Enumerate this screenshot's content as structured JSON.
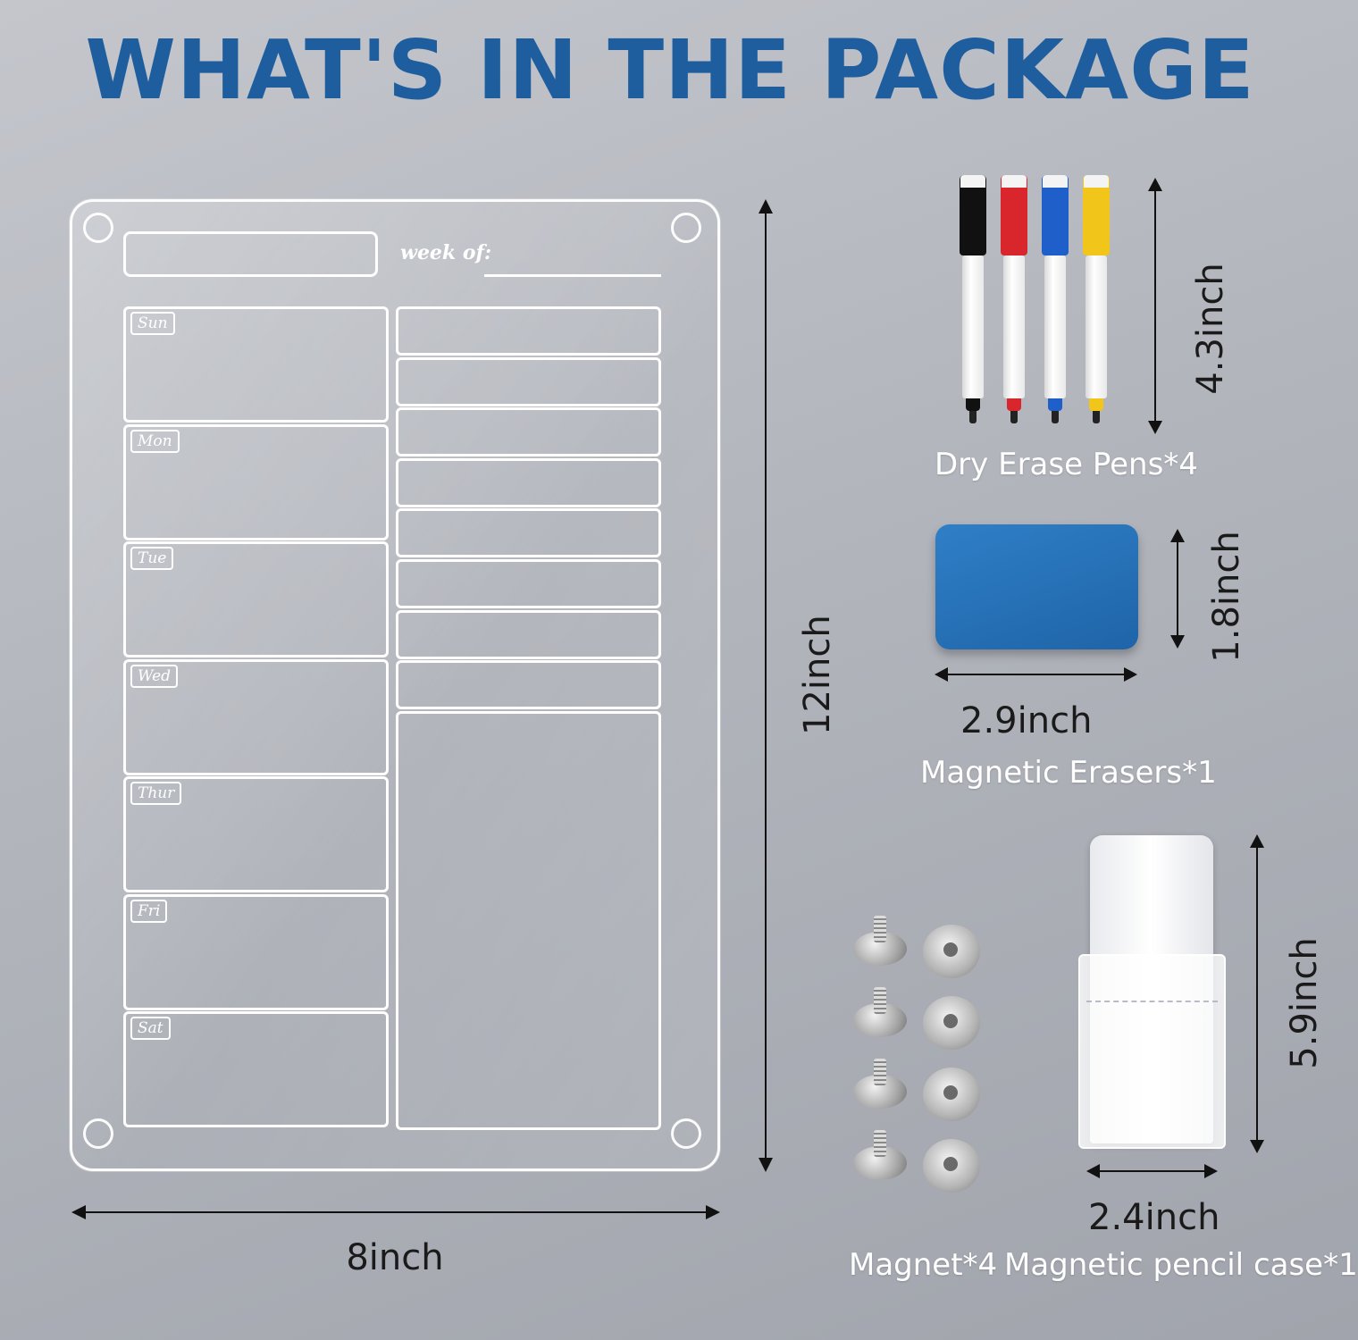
{
  "headline": "WHAT'S IN THE PACKAGE",
  "board": {
    "week_label": "week of:",
    "days": [
      "Sun",
      "Mon",
      "Tue",
      "Wed",
      "Thur",
      "Fri",
      "Sat"
    ],
    "list_rows": 8,
    "width_label": "8inch",
    "height_label": "12inch"
  },
  "pens": {
    "colors": [
      "#111111",
      "#d8262c",
      "#1f5fc9",
      "#f2c51b"
    ],
    "height_label": "4.3inch",
    "caption": "Dry Erase Pens*4"
  },
  "eraser": {
    "color": "#1f64a8",
    "width_label": "2.9inch",
    "height_label": "1.8inch",
    "caption": "Magnetic Erasers*1"
  },
  "magnets": {
    "caption": "Magnet*4"
  },
  "pencil_case": {
    "width_label": "2.4inch",
    "height_label": "5.9inch",
    "caption": "Magnetic pencil case*1"
  },
  "colors": {
    "headline": "#1e5e9e",
    "dimension_line": "#111111",
    "caption": "#ffffff"
  }
}
